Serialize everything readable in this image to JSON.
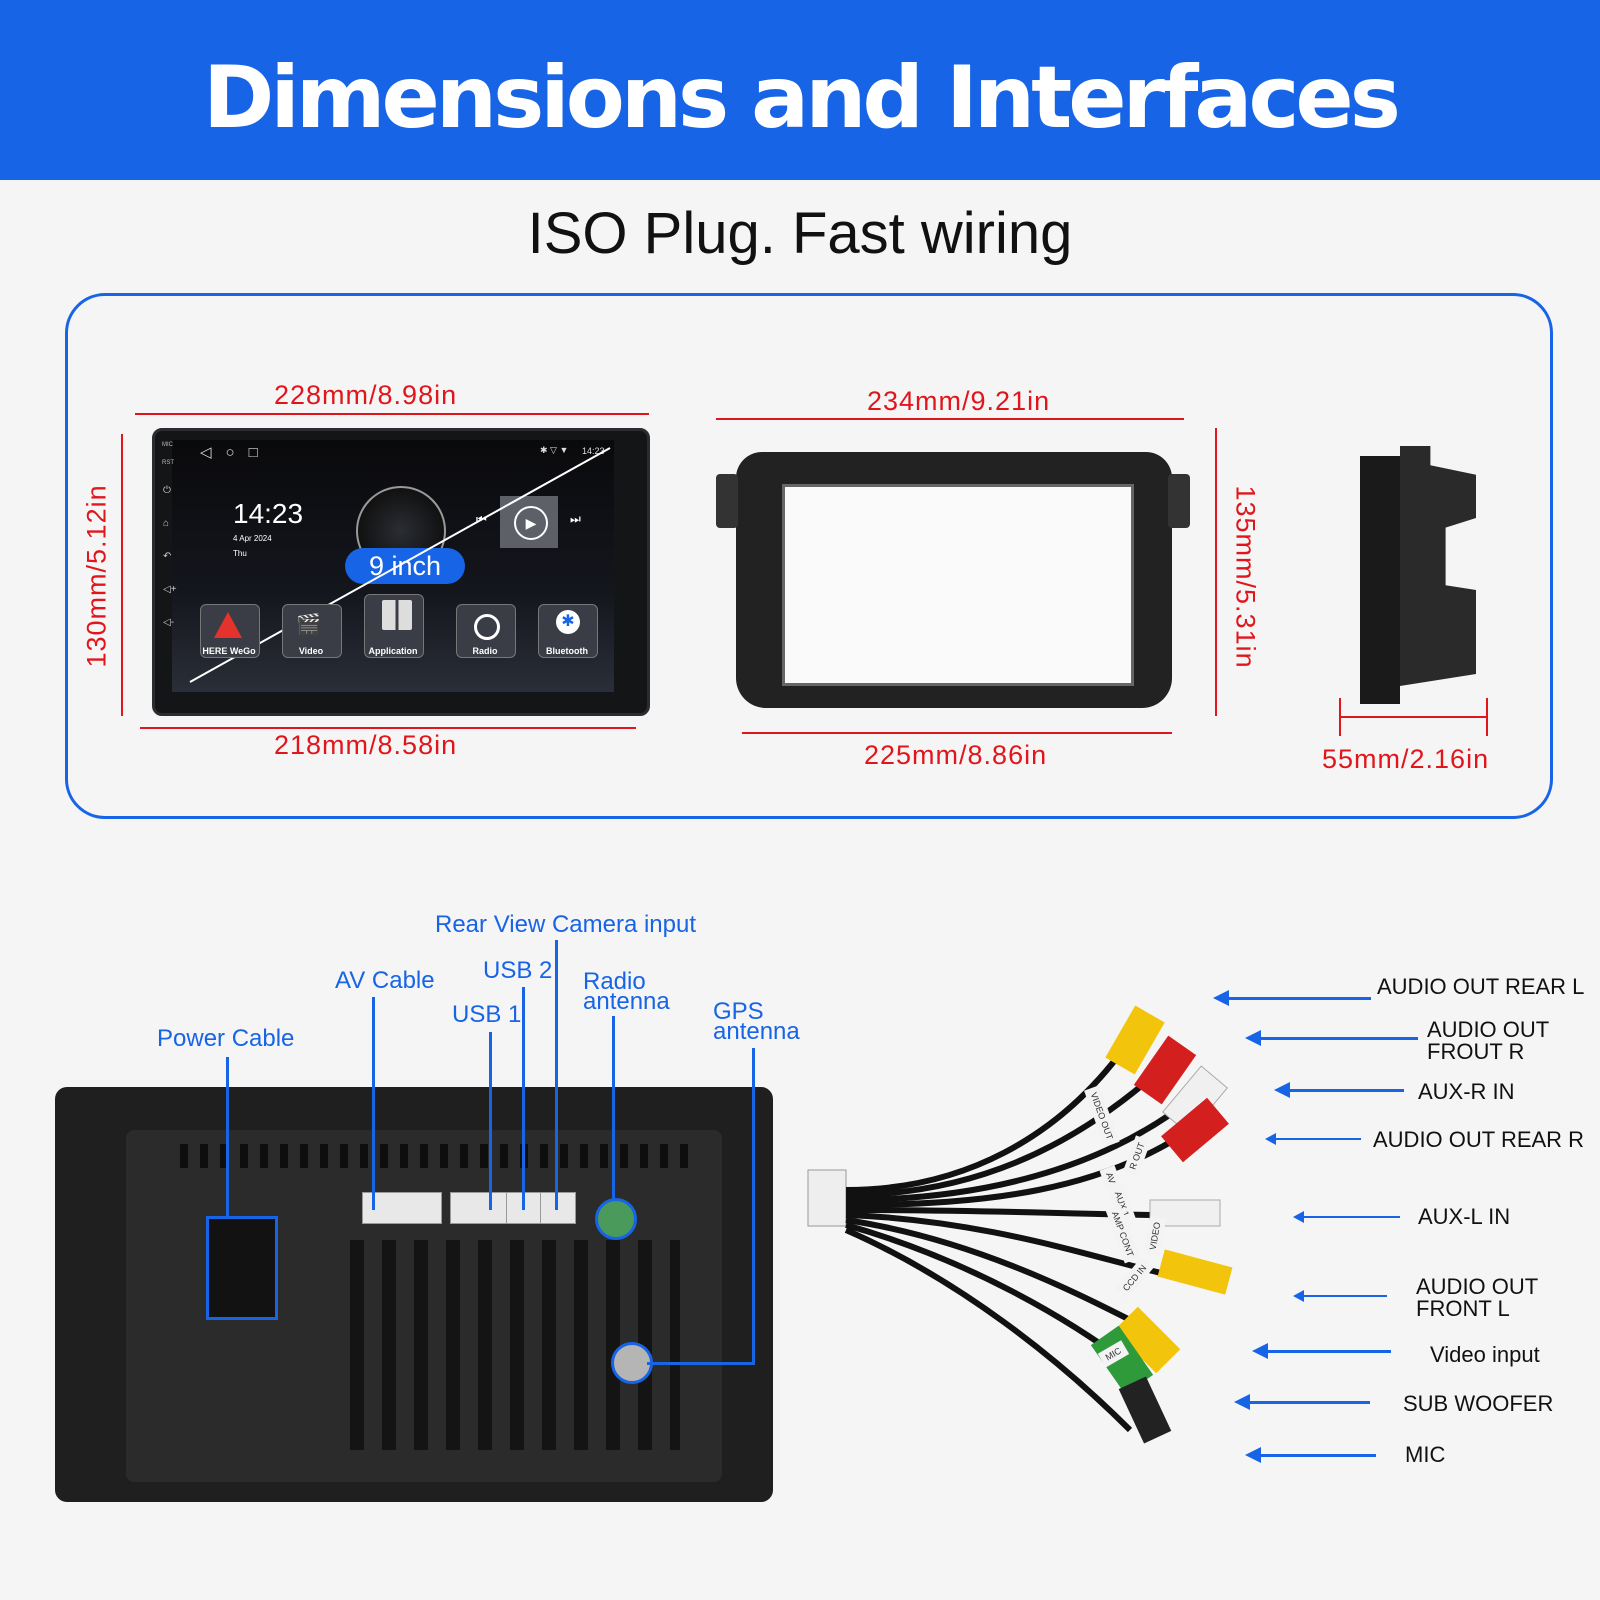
{
  "header": {
    "title": "Dimensions and Interfaces"
  },
  "subtitle": "ISO Plug. Fast wiring",
  "dimensions": {
    "radio_top_width": "228mm/8.98in",
    "radio_bottom_width": "218mm/8.58in",
    "radio_height": "130mm/5.12in",
    "frame_top_width": "234mm/9.21in",
    "frame_bottom_width": "225mm/8.86in",
    "frame_height": "135mm/5.31in",
    "depth": "55mm/2.16in"
  },
  "screen": {
    "time": "14:23",
    "date": "4 Apr 2024",
    "weekday": "Thu",
    "status_time": "14:23",
    "size_badge": "9 inch",
    "side_labels": [
      "MIC",
      "RST"
    ],
    "apps": [
      "HERE WeGo",
      "Video",
      "Application",
      "Radio",
      "Bluetooth"
    ]
  },
  "ports": {
    "power_cable": "Power Cable",
    "av_cable": "AV Cable",
    "usb1": "USB 1",
    "usb2": "USB 2",
    "rear_camera": "Rear View Camera input",
    "radio_antenna": [
      "Radio",
      "antenna"
    ],
    "gps_antenna": [
      "GPS",
      "antenna"
    ]
  },
  "cable_tags": [
    "VIDEO OUT",
    "R OUT",
    "AV",
    "AUX 1",
    "AMP CONT",
    "VIDEO",
    "CCD IN",
    "MIC"
  ],
  "wire_labels": {
    "audio_out_rear_l": "AUDIO OUT REAR L",
    "audio_out_frout_r": [
      "AUDIO OUT",
      "FROUT R"
    ],
    "aux_r_in": "AUX-R IN",
    "audio_out_rear_r": "AUDIO OUT REAR R",
    "aux_l_in": "AUX-L IN",
    "audio_out_front_l": [
      "AUDIO OUT",
      "FRONT L"
    ],
    "video_input": "Video input",
    "sub_woofer": "SUB WOOFER",
    "mic": "MIC"
  },
  "colors": {
    "brand_blue": "#1764e6",
    "dimension_red": "#e0161c"
  }
}
